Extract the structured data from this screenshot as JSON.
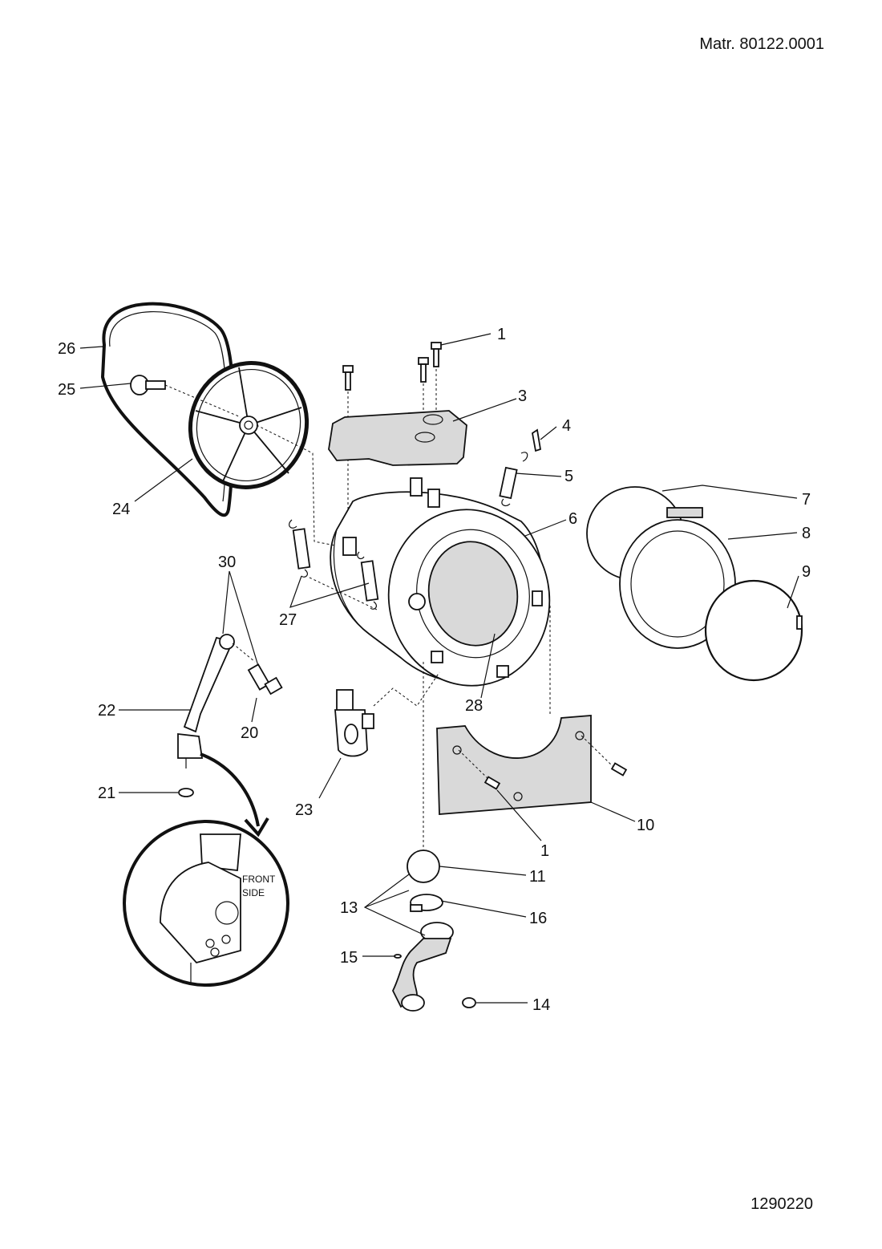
{
  "header": {
    "material_number": "Matr. 80122.0001",
    "drawing_number": "1290220"
  },
  "callouts": {
    "c1": "1",
    "c1b": "1",
    "c3": "3",
    "c4": "4",
    "c5": "5",
    "c6": "6",
    "c7": "7",
    "c8": "8",
    "c9": "9",
    "c10": "10",
    "c11": "11",
    "c13": "13",
    "c14": "14",
    "c15": "15",
    "c16": "16",
    "c20": "20",
    "c21": "21",
    "c22": "22",
    "c23": "23",
    "c24": "24",
    "c25": "25",
    "c26": "26",
    "c27": "27",
    "c28": "28",
    "c30": "30"
  },
  "detail": {
    "line1": "FRONT",
    "line2": "SIDE"
  }
}
